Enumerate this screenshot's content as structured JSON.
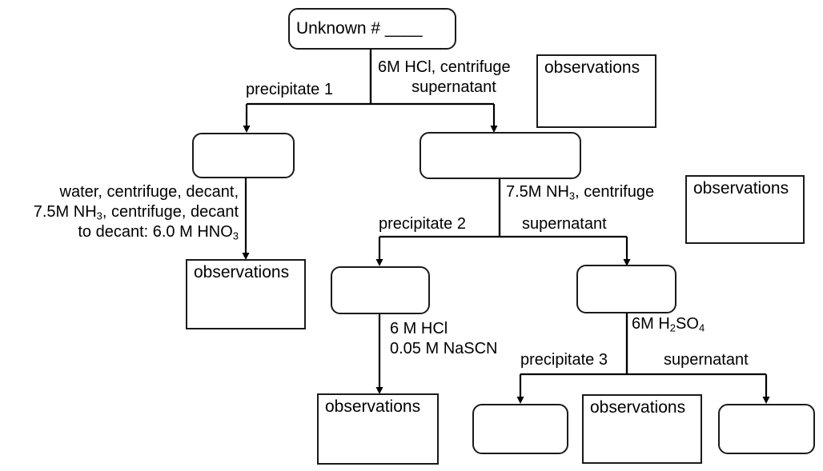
{
  "diagram": {
    "title": "Qualitative analysis separation scheme flowchart",
    "line_color": "#1a1a1a",
    "background": "#ffffff"
  },
  "nodes": {
    "unknown": {
      "label": "Unknown # ____"
    },
    "precipitate1_box": {
      "label": ""
    },
    "supernatant1_box": {
      "label": ""
    },
    "precipitate2_box": {
      "label": ""
    },
    "supernatant2_box": {
      "label": ""
    },
    "precipitate3_box": {
      "label": ""
    },
    "supernatant3_box": {
      "label": ""
    }
  },
  "observation_boxes": {
    "obs_top_right": {
      "label": "observations"
    },
    "obs_mid_right": {
      "label": "observations"
    },
    "obs_left": {
      "label": "observations"
    },
    "obs_bottom_mid": {
      "label": "observations"
    },
    "obs_bottom_right": {
      "label": "observations"
    }
  },
  "edge_labels": {
    "step1_reagent_line1": "6M HCl, centrifuge",
    "step1_reagent_line2": "supernatant",
    "step1_branch_left": "precipitate 1",
    "left_branch_line1": "water, centrifuge, decant,",
    "left_branch_line2_pre": "7.5M NH",
    "left_branch_line2_sub": "3",
    "left_branch_line2_post": ", centrifuge, decant",
    "left_branch_line3_pre": "to decant:  6.0 M HNO",
    "left_branch_line3_sub": "3",
    "step2_reagent_pre": "7.5M NH",
    "step2_reagent_sub": "3",
    "step2_reagent_post": ", centrifuge",
    "step2_branch_left": "precipitate 2",
    "step2_branch_right": "supernatant",
    "step3a_reagent_line1": "6 M HCl",
    "step3a_reagent_line2": "0.05 M NaSCN",
    "step3b_reagent_pre": "6M H",
    "step3b_reagent_sub1": "2",
    "step3b_reagent_mid": "SO",
    "step3b_reagent_sub2": "4",
    "step3b_branch_left": "precipitate 3",
    "step3b_branch_right": "supernatant"
  }
}
